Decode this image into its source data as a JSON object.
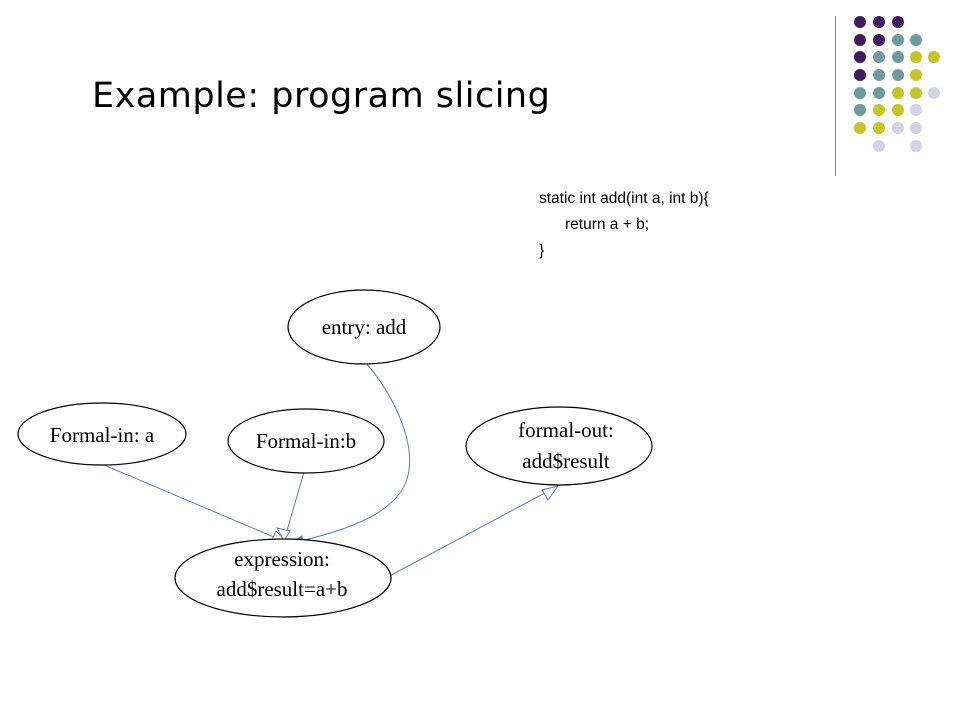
{
  "slide": {
    "title": "Example: program slicing"
  },
  "code": {
    "lines": [
      "static int add(int a, int b){",
      "return a + b;",
      "}"
    ]
  },
  "diagram": {
    "nodes": {
      "entry": {
        "lines": [
          "entry: add"
        ]
      },
      "formal_in_a": {
        "lines": [
          "Formal-in: a"
        ]
      },
      "formal_in_b": {
        "lines": [
          "Formal-in:b"
        ]
      },
      "formal_out": {
        "lines": [
          "formal-out:",
          "add$result"
        ]
      },
      "expression": {
        "lines": [
          "expression:",
          "add$result=a+b"
        ]
      }
    },
    "edges": [
      {
        "from": "formal_in_a",
        "to": "expression"
      },
      {
        "from": "formal_in_b",
        "to": "expression"
      },
      {
        "from": "entry",
        "to": "expression"
      },
      {
        "from": "expression",
        "to": "formal_out"
      }
    ],
    "edge_color": "#5b7fb8"
  },
  "decoration": {
    "dot_colors": {
      "purple": "#3f1a5e",
      "teal": "#6d9b9e",
      "yellow": "#c4c42b",
      "lavender": "#d3d3e8"
    }
  }
}
